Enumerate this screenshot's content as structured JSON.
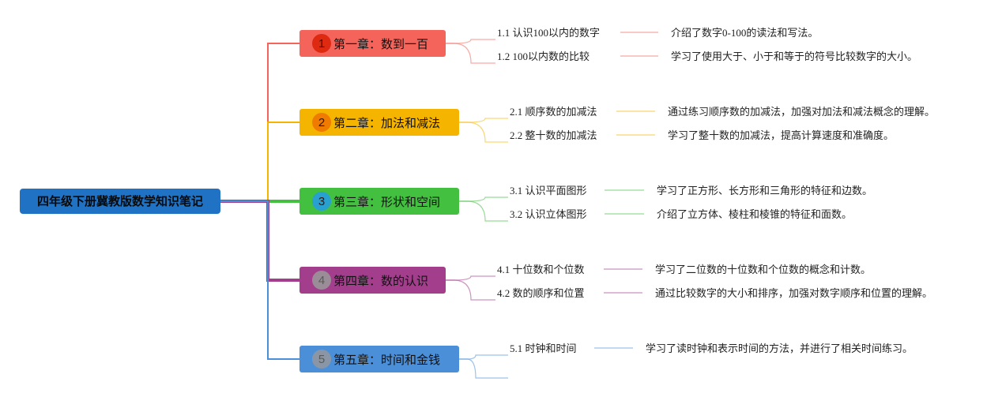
{
  "root": {
    "title": "四年级下册冀教版数学知识笔记"
  },
  "chapters": [
    {
      "num": "1",
      "title": "第一章：数到一百",
      "color": "#f4645a",
      "num_color": "#dd2a10",
      "sections": [
        {
          "label": "1.1 认识100以内的数字",
          "desc": "介绍了数字0-100的读法和写法。"
        },
        {
          "label": "1.2 100以内数的比较",
          "desc": "学习了使用大于、小于和等于的符号比较数字的大小。"
        }
      ]
    },
    {
      "num": "2",
      "title": "第二章：加法和减法",
      "color": "#f5b400",
      "num_color": "#ef7b00",
      "sections": [
        {
          "label": "2.1 顺序数的加减法",
          "desc": "通过练习顺序数的加减法，加强对加法和减法概念的理解。"
        },
        {
          "label": "2.2 整十数的加减法",
          "desc": "学习了整十数的加减法，提高计算速度和准确度。"
        }
      ]
    },
    {
      "num": "3",
      "title": "第三章：形状和空间",
      "color": "#44c040",
      "num_color": "#28a0d0",
      "sections": [
        {
          "label": "3.1 认识平面图形",
          "desc": "学习了正方形、长方形和三角形的特征和边数。"
        },
        {
          "label": "3.2 认识立体图形",
          "desc": "介绍了立方体、棱柱和棱锥的特征和面数。"
        }
      ]
    },
    {
      "num": "4",
      "title": "第四章：数的认识",
      "color": "#a23e8c",
      "num_color": "#9a8d98",
      "sections": [
        {
          "label": "4.1 十位数和个位数",
          "desc": "学习了二位数的十位数和个位数的概念和计数。"
        },
        {
          "label": "4.2 数的顺序和位置",
          "desc": "通过比较数字的大小和排序，加强对数字顺序和位置的理解。"
        }
      ]
    },
    {
      "num": "5",
      "title": "第五章：时间和金钱",
      "color": "#4a8fd8",
      "num_color": "#8a96a6",
      "sections": [
        {
          "label": "5.1 时钟和时间",
          "desc": "学习了读时钟和表示时间的方法，并进行了相关时间练习。"
        }
      ]
    }
  ]
}
